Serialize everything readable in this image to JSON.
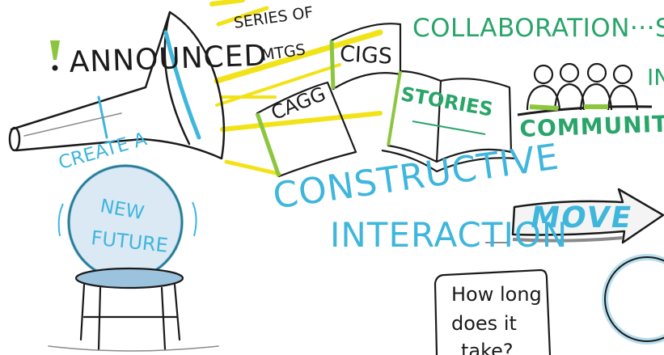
{
  "drawing": {
    "announced": "ANNOUNCED",
    "series_line1": "SERIES OF",
    "series_line2": "MTGS",
    "cigs": "CIGS",
    "cagg": "CAGG",
    "stories": "STORIES",
    "collaboration": "COLLABORATION···SUC",
    "community": "COMMUNITY",
    "community_suffix": "IN",
    "create": "CREATE A",
    "new": "NEW",
    "future": "FUTURE",
    "constructive": "CONSTRUCTIVE",
    "interaction": "INTERACTION",
    "move": "MOVE",
    "question_line1": "How long",
    "question_line2": "does it",
    "question_line3": "take?"
  },
  "colors": {
    "ink": "#1b1b1b",
    "green": "#2aa56a",
    "lime": "#8cc63f",
    "blue": "#3fb6dc",
    "yellow": "#f2e318",
    "gray": "#8a8a8a"
  }
}
